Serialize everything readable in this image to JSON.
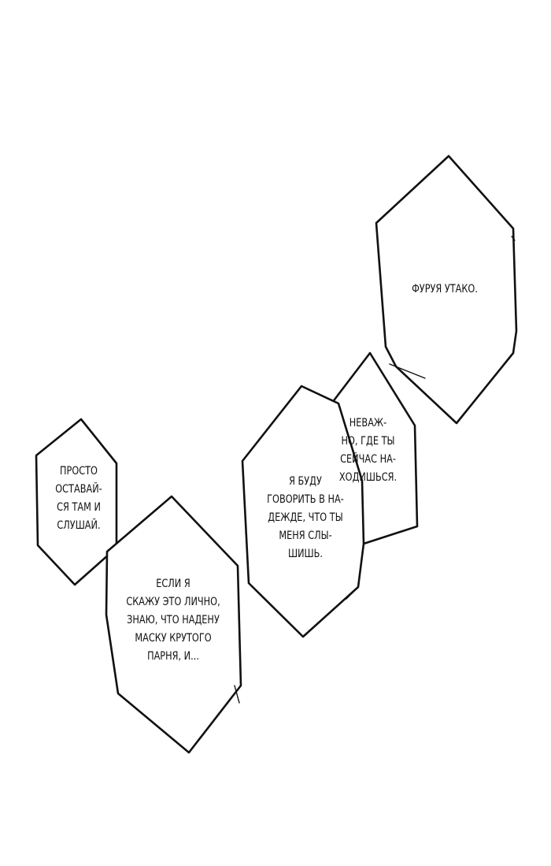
{
  "page": {
    "background_color": "#ffffff",
    "ink_color": "#111111"
  },
  "bubbles": [
    {
      "id": "furuya",
      "lines": [
        "ФУРУЯ УТАКО."
      ]
    },
    {
      "id": "nevazhno",
      "lines": [
        "НЕВАЖ-",
        "НО, ГДЕ ТЫ",
        "СЕЙЧАС НА-",
        "ХОДИШЬСЯ."
      ]
    },
    {
      "id": "ya-budu",
      "lines": [
        "Я БУДУ",
        "ГОВОРИТЬ В НА-",
        "ДЕЖДЕ, ЧТО ТЫ",
        "МЕНЯ СЛЫ-",
        "ШИШЬ."
      ]
    },
    {
      "id": "prosto",
      "lines": [
        "ПРОСТО",
        "ОСТАВАЙ-",
        "СЯ ТАМ И",
        "СЛУШАЙ."
      ]
    },
    {
      "id": "esli-ya",
      "lines": [
        "ЕСЛИ Я",
        "СКАЖУ ЭТО ЛИЧНО,",
        "ЗНАЮ, ЧТО НАДЕНУ",
        "МАСКУ КРУТОГО",
        "ПАРНЯ, И..."
      ]
    }
  ]
}
